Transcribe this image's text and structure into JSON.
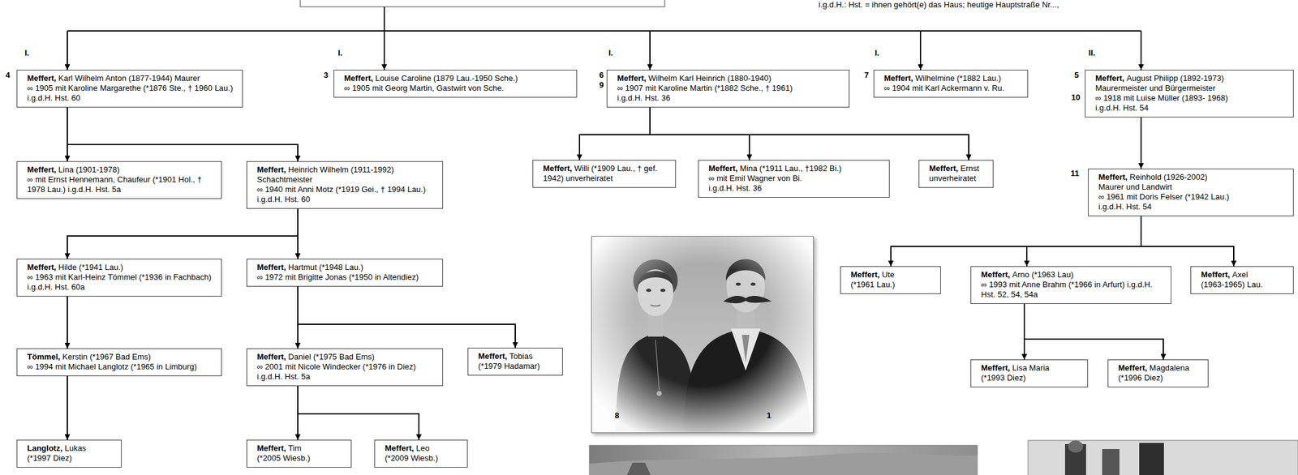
{
  "diagram": {
    "nodes": [
      {
        "text": [
          "Meffert,",
          "Karl Wilhelm Anton (1877-1944) Maurer",
          "∞ 1905 mit Karoline Margarethe (*1876 Ste., † 1960 Lau.)",
          "i.g.d.H. Hst. 60"
        ]
      },
      {
        "text": [
          "Meffert,",
          "Louise Caroline (1879 Lau.-1950 Sche.)",
          "∞ 1905 mit Georg Martin, Gastwirt von Sche."
        ]
      },
      {
        "text": [
          "Meffert,",
          "Wilhelm Karl Heinrich (1880-1940)",
          "∞ 1907 mit Karoline Martin (*1882 Sche., † 1961)",
          "i.g.d.H. Hst. 36"
        ]
      },
      {
        "text": [
          "Meffert,",
          "Wilhelmine (*1882 Lau.)",
          "∞ 1904 mit Karl Ackermann v. Ru."
        ]
      },
      {
        "text": [
          "Meffert,",
          "August Philipp (1892-1973)",
          "Maurermeister und Bürgermeister",
          "∞ 1918 mit Luise Müller (1893- 1968)",
          "i.g.d.H. Hst. 54"
        ]
      },
      {
        "text": [
          "Meffert,",
          "Lina (1901-1978)",
          "∞ mit Ernst Hennemann, Chaufeur (*1901 Hol., † 1978 Lau.) i.g.d.H. Hst. 5a"
        ]
      },
      {
        "text": [
          "Meffert,",
          "Heinrich Wilhelm (1911-1992)",
          "Schachtmeister",
          "∞ 1940 mit Anni Motz (*1919 Gei., † 1994 Lau.) i.g.d.H. Hst. 60"
        ]
      },
      {
        "text": [
          "Meffert,",
          "Willi (*1909 Lau., † gef. 1942) unverheiratet"
        ]
      },
      {
        "text": [
          "Meffert,",
          "Mina (*1911 Lau., †1982 Bi.)",
          "∞ mit Emil Wagner von Bi.",
          "i.g.d.H. Hst. 36"
        ]
      },
      {
        "text": [
          "Meffert,",
          "Ernst",
          "unverheiratet"
        ]
      },
      {
        "text": [
          "Meffert,",
          "Reinhold (1926-2002)",
          "Maurer und Landwirt",
          "∞ 1961 mit Doris Felser (*1942 Lau.)",
          "i.g.d.H. Hst. 54"
        ]
      },
      {
        "text": [
          "Meffert,",
          "Hilde (*1941 Lau.)",
          "∞ 1963 mit Karl-Heinz Tömmel (*1936 in Fachbach) i.g.d.H. Hst. 60a"
        ]
      },
      {
        "text": [
          "Meffert,",
          "Hartmut (*1948 Lau.)",
          "∞ 1972 mit Brigitte Jonas (*1950 in Altendiez)"
        ]
      },
      {
        "text": [
          "Meffert,",
          "Ute",
          "(*1961 Lau.)"
        ]
      },
      {
        "text": [
          "Meffert,",
          "Arno (*1963 Lau)",
          "∞ 1993 mit Anne Brahm (*1966 in Arfurt) i.g.d.H. Hst. 52, 54, 54a"
        ]
      },
      {
        "text": [
          "Meffert,",
          "Axel",
          "(1963-1965) Lau."
        ]
      },
      {
        "text": [
          "Tömmel,",
          "Kerstin (*1967 Bad Ems)",
          "∞ 1994 mit Michael Langlotz (*1965 in Limburg)"
        ]
      },
      {
        "text": [
          "Meffert,",
          "Daniel (*1975 Bad Ems)",
          "∞ 2001 mit Nicole Windecker (*1976 in Diez) i.g.d.H. Hst. 5a"
        ]
      },
      {
        "text": [
          "Meffert,",
          "Tobias",
          "(*1979 Hadamar)"
        ]
      },
      {
        "text": [
          "Meffert,",
          "Lisa Maria",
          "(*1993 Diez)"
        ]
      },
      {
        "text": [
          "Meffert,",
          "Magdalena",
          "(*1996 Diez)"
        ]
      },
      {
        "text": [
          "Langlotz,",
          "Lukas",
          "(*1997 Diez)"
        ]
      },
      {
        "text": [
          "Meffert,",
          "Tim",
          "(*2005 Wiesb.)"
        ]
      },
      {
        "text": [
          "Meffert,",
          "Leo",
          "(*2009 Wiesb.)"
        ]
      }
    ],
    "edges": [
      {
        "from": 0,
        "to": 5,
        "arrow": "to"
      },
      {
        "from": 0,
        "to": 6,
        "arrow": "to"
      },
      {
        "from": 2,
        "to": 7,
        "arrow": "to"
      },
      {
        "from": 2,
        "to": 8,
        "arrow": "to"
      },
      {
        "from": 2,
        "to": 9,
        "arrow": "to"
      },
      {
        "from": 4,
        "to": 10,
        "arrow": "to"
      },
      {
        "from": 6,
        "to": 11,
        "arrow": "to"
      },
      {
        "from": 6,
        "to": 12,
        "arrow": "to"
      },
      {
        "from": 10,
        "to": 13,
        "arrow": "to"
      },
      {
        "from": 10,
        "to": 14,
        "arrow": "to"
      },
      {
        "from": 10,
        "to": 15,
        "arrow": "to"
      },
      {
        "from": 11,
        "to": 16,
        "arrow": "to"
      },
      {
        "from": 12,
        "to": 17,
        "arrow": "to"
      },
      {
        "from": 12,
        "to": 18,
        "arrow": "to"
      },
      {
        "from": 14,
        "to": 19,
        "arrow": "to"
      },
      {
        "from": 14,
        "to": 20,
        "arrow": "to"
      },
      {
        "from": 16,
        "to": 21,
        "arrow": "to"
      },
      {
        "from": 17,
        "to": 22,
        "arrow": "to"
      },
      {
        "from": 17,
        "to": 23,
        "arrow": "to"
      }
    ],
    "labels": [
      "i.g.d.H.: Hst. = ihnen gehört(e) das Haus; heutige Hauptstraße Nr...,",
      "I.",
      "I.",
      "I.",
      "I.",
      "II.",
      "4",
      "3",
      "6",
      "9",
      "7",
      "5",
      "10",
      "11",
      "8",
      "1"
    ]
  }
}
